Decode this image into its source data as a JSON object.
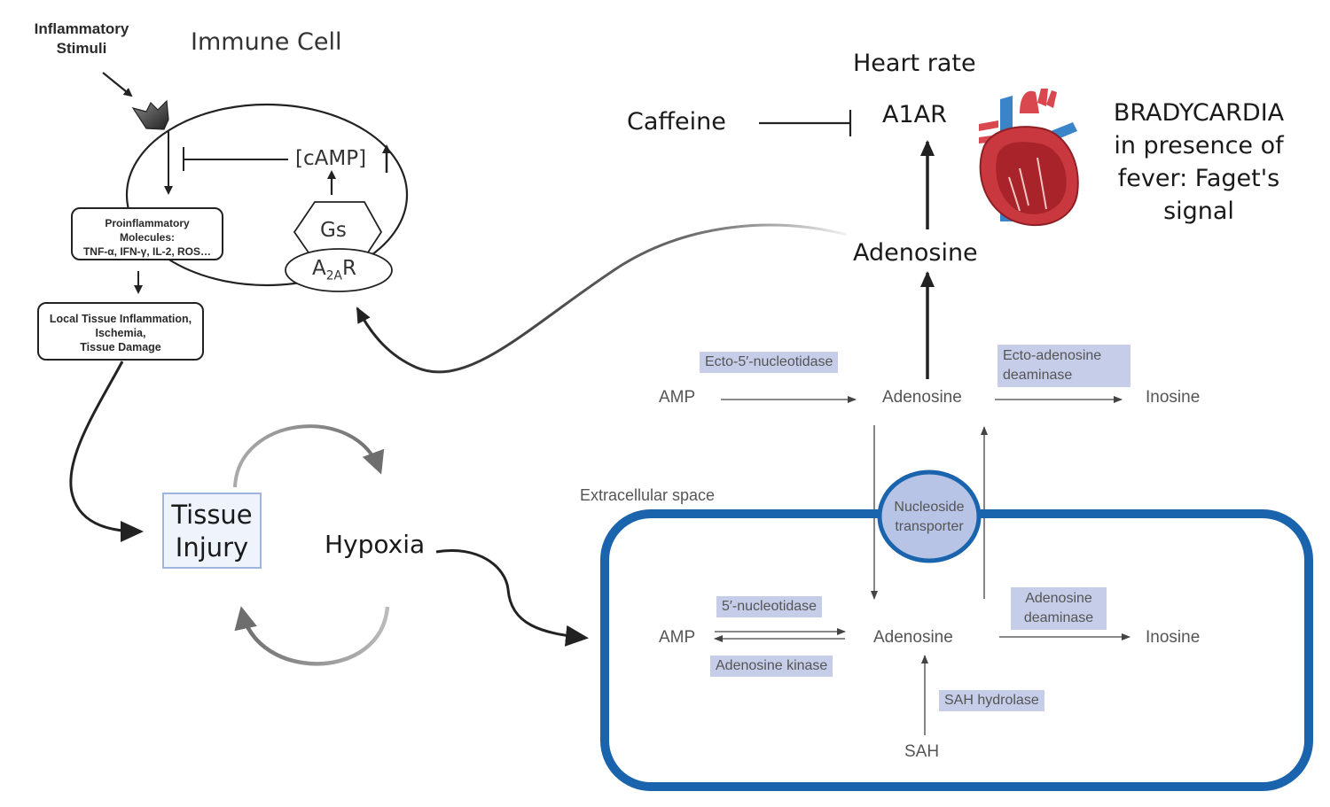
{
  "immune_cell": {
    "title": "Immune Cell",
    "stimuli_line1": "Inflammatory",
    "stimuli_line2": "Stimuli",
    "camp": "[cAMP]",
    "camp_trend": "↑",
    "gs": "Gs",
    "a2ar_main": "A",
    "a2ar_sub": "2A",
    "a2ar_end": "R",
    "proinflammatory_line1": "Proinflammatory",
    "proinflammatory_line2": "Molecules:",
    "proinflammatory_line3": "TNF-α, IFN-γ, IL-2, ROS…",
    "local_line1": "Local Tissue Inflammation,",
    "local_line2": "Ischemia,",
    "local_line3": "Tissue Damage"
  },
  "cycle": {
    "tissue_injury_line1": "Tissue",
    "tissue_injury_line2": "Injury",
    "hypoxia": "Hypoxia"
  },
  "cardiac": {
    "heart_rate": "Heart rate",
    "a1ar": "A1AR",
    "caffeine": "Caffeine",
    "adenosine": "Adenosine",
    "bradycardia_line1": "BRADYCARDIA",
    "bradycardia_line2": "in presence of",
    "bradycardia_line3": "fever: Faget's",
    "bradycardia_line4": "signal",
    "heart_icon": "anatomical-heart"
  },
  "extracellular": {
    "label": "Extracellular space",
    "amp": "AMP",
    "adenosine": "Adenosine",
    "inosine": "Inosine",
    "enzyme_ecto_nt": "Ecto-5′-nucleotidase",
    "enzyme_ecto_ada_line1": "Ecto-adenosine",
    "enzyme_ecto_ada_line2": "deaminase",
    "transporter_line1": "Nucleoside",
    "transporter_line2": "transporter"
  },
  "intracellular": {
    "amp": "AMP",
    "adenosine": "Adenosine",
    "inosine": "Inosine",
    "sah": "SAH",
    "enzyme_nt": "5′-nucleotidase",
    "enzyme_ak": "Adenosine kinase",
    "enzyme_ada_line1": "Adenosine",
    "enzyme_ada_line2": "deaminase",
    "enzyme_sah": "SAH hydrolase"
  },
  "colors": {
    "membrane_blue": "#1a63ad",
    "enzyme_fill": "#c6cde8",
    "transporter_fill": "#b7c4e6",
    "tissue_box_fill": "#eef3fc",
    "tissue_box_border": "#9fb4df"
  }
}
